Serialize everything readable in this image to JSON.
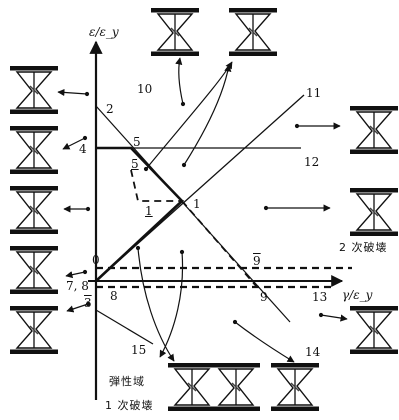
{
  "axes": {
    "y_label": "ε/ε_y",
    "x_label": "γ/ε_y"
  },
  "labels": {
    "n0": "0",
    "n1": "1",
    "n1_under": "1",
    "n2": "2",
    "n3_over": "3",
    "n4": "4",
    "n5": "5",
    "n5_under": "5",
    "n78": "7, 8",
    "n8": "8",
    "n9": "9",
    "n9_over": "9",
    "n10": "10",
    "n11": "11",
    "n12": "12",
    "n13": "13",
    "n14": "14",
    "n15": "15"
  },
  "regions": {
    "elastic": "弾性域",
    "first_failure": "1 次破壊",
    "second_failure": "2 次破壊"
  },
  "colors": {
    "ink": "#111111",
    "gray": "#444444",
    "background": "#ffffff"
  },
  "icons": [
    "specimen-icon-top-1",
    "specimen-icon-top-2",
    "specimen-icon-left-1",
    "specimen-icon-left-2",
    "specimen-icon-left-3",
    "specimen-icon-left-4",
    "specimen-icon-left-5",
    "specimen-icon-right-1",
    "specimen-icon-right-2",
    "specimen-icon-right-3",
    "specimen-icon-bottom-1",
    "specimen-icon-bottom-2",
    "specimen-icon-bottom-3"
  ]
}
